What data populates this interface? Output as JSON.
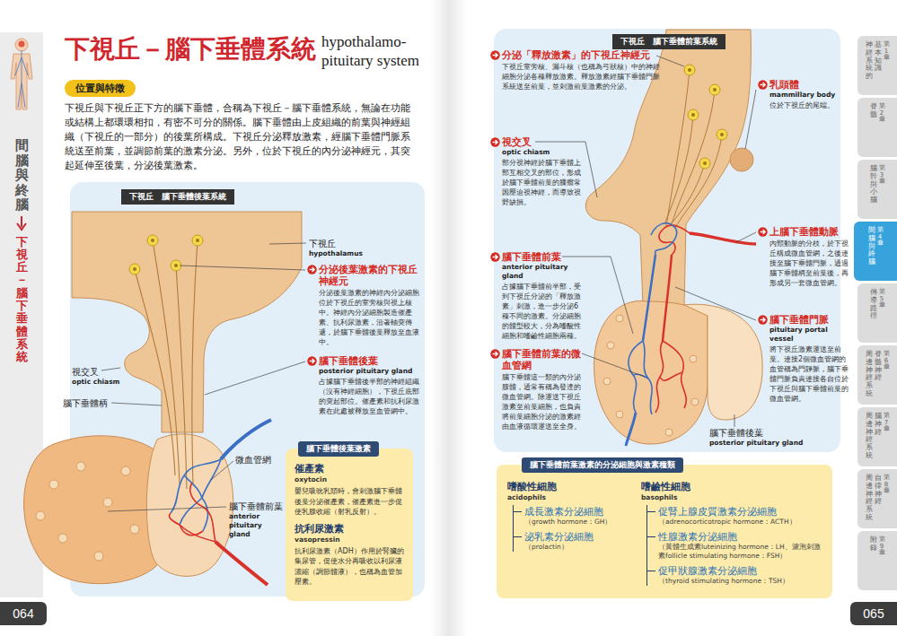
{
  "diagram": {
    "title": "下視丘－腦下垂體系統",
    "nodes": [
      {
        "text": [
          "位置與特徵"
        ]
      },
      {
        "text": [
          "下視丘　腦下垂體後葉系統"
        ]
      },
      {
        "text": [
          "催產素",
          "oxytocin",
          "嬰兒吸吮乳頭時，會刺激腦下垂體後葉分泌催產素，催產素進一步促使乳腺收縮（射乳反射）。",
          "抗利尿激素",
          "vasopressin",
          "抗利尿激素（ADH）作用於腎臟的集尿管，促使水分再吸收以利尿液濃縮（調節體液），也稱為血管加壓素。"
        ]
      },
      {
        "text": [
          "腦下垂體後葉激素"
        ],
        "in": 2
      },
      {
        "text": [
          "064"
        ]
      },
      {
        "text": [
          "間腦與終腦",
          "下視丘－腦下垂體系統"
        ]
      },
      {
        "text": [
          "下視丘　腦下垂體前葉系統"
        ]
      },
      {
        "text": [
          "嗜酸性細胞",
          "acidophils",
          "成長激素分泌細胞",
          "（growth hormone：GH）",
          "泌乳素分泌細胞",
          "（prolactin）",
          "嗜鹼性細胞",
          "basophils",
          "促腎上腺皮質激素分泌細胞",
          "（adrenocorticotropic hormone：ACTH）",
          "性腺激素分泌細胞",
          "（黃體生成素luteinizing hormone：LH、濾泡刺激素follicle stimulating hormone：FSH）",
          "促甲狀腺激素分泌細胞",
          "（thyroid stimulating hormone：TSH）"
        ]
      },
      {
        "text": [
          "腦下垂體前葉激素的分泌細胞與激素種類"
        ],
        "in": 7
      },
      {
        "text": [
          "065"
        ]
      },
      {
        "text": [
          "神經系統的",
          "基本知識",
          "第1章"
        ]
      },
      {
        "text": [
          "脊髓",
          "第2章"
        ]
      },
      {
        "text": [
          "腦幹與小腦",
          "第3章"
        ]
      },
      {
        "text": [
          "間腦與終腦",
          "第4章"
        ]
      },
      {
        "text": [
          "傳導路徑",
          "第5章"
        ]
      },
      {
        "text": [
          "周邊神經系統",
          "脊髓神經",
          "第6章"
        ]
      },
      {
        "text": [
          "周邊神經系統",
          "腦神經",
          "第7章"
        ]
      },
      {
        "text": [
          "周邊神經系統",
          "自律神經",
          "第8章"
        ]
      },
      {
        "text": [
          "附錄",
          "第9章"
        ]
      }
    ],
    "labels": [
      "hypothalamo- pituitary system",
      "下視丘與下視丘正下方的腦下垂體，合稱為下視丘－腦下垂體系統，無論在功能或結構上都環環相扣，有密不可分的關係。腦下垂體由上皮組織的前葉與神經組織（下視丘的一部分）的後葉所構成。下視丘分泌釋放激素，經腦下垂體門脈系統送至前葉，並調節前葉的激素分泌。另外，位於下視丘的內分泌神經元，其突起延伸至後葉，分泌後葉激素。",
      "下視丘",
      "hypothalamus",
      "分泌後葉激素的下視丘神經元",
      "分泌後葉激素的神經內分泌細胞位於下視丘的室旁核與視上核中。神經內分泌細胞製造催產素、抗利尿激素，沿著軸突傳遞，於腦下垂體後葉釋放至血液中。",
      "腦下垂體後葉",
      "posterior pituitary gland",
      "占據腦下垂體後半部的神經組織（沒有神經細胞），下視丘底部的突起部位。催產素和抗利尿激素在此處被釋放至血管網中。",
      "視交叉",
      "optic chiasm",
      "腦下垂體柄",
      "微血管網",
      "腦下垂體前葉",
      "anterior pituitary gland",
      "分泌「釋放激素」的下視丘神經元",
      "下視丘室旁核、漏斗核（也稱為弓狀核）中的神經細胞分泌各種釋放激素。釋放激素經腦下垂體門脈系統送至前葉，並刺激前葉激素的分泌。",
      "乳頭體",
      "mammillary body",
      "位於下視丘的尾端。",
      "視交叉",
      "optic chiasm",
      "部分視神經於腦下垂體上部互相交叉的部位，形成於腦下垂體前葉的腫瘤常因壓迫視神經，而導致視野缺損。",
      "上腦下垂體動脈",
      "內頸動脈的分枝，於下視丘構成微血管網，之後連接至腦下垂體門脈，通過腦下垂體柄至前葉後，再形成另一套微血管網。",
      "腦下垂體前葉",
      "anterior pituitary gland",
      "占據腦下垂體前半部，受到下視丘分泌的「釋放激素」刺激，進一步分泌6種不同的激素。分泌細胞的體型較大，分為嗜酸性細胞和嗜鹼性細胞兩種。",
      "腦下垂體門脈",
      "pituitary portal vessel",
      "將下視丘激素運送至前葉。連接2個微血管網的血管稱為門靜脈，腦下垂體門脈負責連接各自位於下視丘與腦下垂體前葉的微血管網。",
      "腦下垂體前葉的微血管網",
      "腦下垂體這一類的內分泌腺體，通常有稱為發達的微血管網。除運送下視丘激素至前葉細胞，也負責將前葉細胞分泌的激素經由血液循環運送至全身。",
      "腦下垂體後葉",
      "posterior pituitary gland"
    ]
  }
}
